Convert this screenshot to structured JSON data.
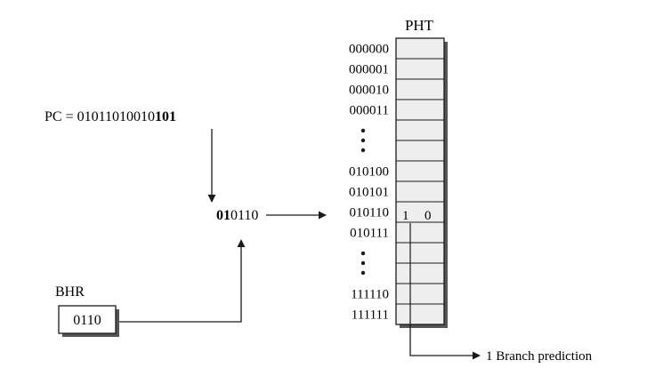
{
  "pht": {
    "title": "PHT",
    "row_labels": [
      "000000",
      "000001",
      "000010",
      "000011",
      "",
      "",
      "010100",
      "010101",
      "010110",
      "010111",
      "",
      "",
      "111110",
      "111111"
    ],
    "highlight_row": 8,
    "highlight_bits": [
      "1",
      "0"
    ]
  },
  "pc": {
    "prefix": "PC = 01011010010",
    "bold_suffix": "101"
  },
  "index": {
    "bold_part": "01",
    "rest": "0110"
  },
  "bhr": {
    "title": "BHR",
    "value": "0110"
  },
  "output": {
    "label": "1 Branch prediction"
  },
  "colors": {
    "line": "#1a1a1a",
    "cell_fill": "#eeeeee",
    "shadow": "#555555"
  }
}
